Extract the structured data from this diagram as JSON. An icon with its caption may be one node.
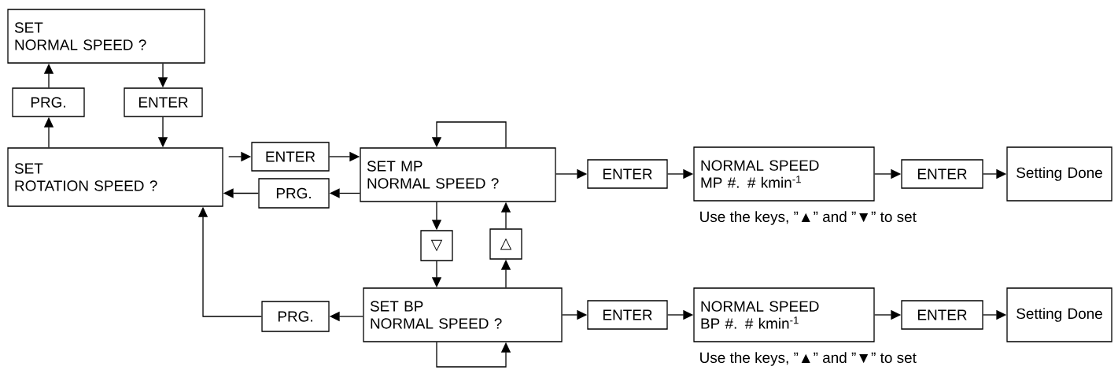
{
  "diagram": {
    "nodes": [
      {
        "text": [
          "SET",
          "NORMAL SPEED ?"
        ]
      },
      {
        "text": [
          "PRG."
        ]
      },
      {
        "text": [
          "ENTER"
        ]
      },
      {
        "text": [
          "SET",
          "ROTATION SPEED ?"
        ]
      },
      {
        "text": [
          "ENTER"
        ]
      },
      {
        "text": [
          "PRG."
        ]
      },
      {
        "text": [
          "SET MP",
          "NORMAL SPEED ?"
        ]
      },
      {
        "text": [
          "ENTER"
        ]
      },
      {
        "text": [
          "NORMAL SPEED",
          "MP #. # kmin$^{-1}$"
        ],
        "beside": [
          "Use the keys, ”▲” and ”▼” to set"
        ]
      },
      {
        "text": [
          "ENTER"
        ]
      },
      {
        "text": [
          "Setting Done"
        ]
      },
      {
        "text": [
          "▽"
        ]
      },
      {
        "text": [
          "△"
        ]
      },
      {
        "text": [
          "PRG."
        ]
      },
      {
        "text": [
          "SET BP",
          "NORMAL SPEED ?"
        ]
      },
      {
        "text": [
          "ENTER"
        ]
      },
      {
        "text": [
          "NORMAL SPEED",
          "BP #. # kmin$^{-1}$"
        ],
        "beside": [
          "Use the keys, ”▲” and ”▼” to set"
        ]
      },
      {
        "text": [
          "ENTER"
        ]
      },
      {
        "text": [
          "Setting Done"
        ]
      }
    ],
    "edges": [
      {
        "from": 0,
        "to": 2,
        "arrow": "to"
      },
      {
        "from": 2,
        "to": 3,
        "arrow": "to"
      },
      {
        "from": 3,
        "to": 1,
        "arrow": "to"
      },
      {
        "from": 1,
        "to": 0,
        "arrow": "to"
      },
      {
        "from": 3,
        "to": 4,
        "arrow": "to"
      },
      {
        "from": 4,
        "to": 6,
        "arrow": "to"
      },
      {
        "from": 6,
        "to": 5,
        "arrow": "to"
      },
      {
        "from": 5,
        "to": 3,
        "arrow": "to"
      },
      {
        "from": 6,
        "to": 6,
        "arrow": "to"
      },
      {
        "from": 6,
        "to": 7,
        "arrow": "to"
      },
      {
        "from": 7,
        "to": 8,
        "arrow": "to"
      },
      {
        "from": 8,
        "to": 9,
        "arrow": "to"
      },
      {
        "from": 9,
        "to": 10,
        "arrow": "to"
      },
      {
        "from": 6,
        "to": 11,
        "arrow": "to"
      },
      {
        "from": 11,
        "to": 14,
        "arrow": "to"
      },
      {
        "from": 14,
        "to": 12,
        "arrow": "to"
      },
      {
        "from": 12,
        "to": 6,
        "arrow": "to"
      },
      {
        "from": 14,
        "to": 14,
        "arrow": "to"
      },
      {
        "from": 14,
        "to": 15,
        "arrow": "to"
      },
      {
        "from": 15,
        "to": 16,
        "arrow": "to"
      },
      {
        "from": 16,
        "to": 17,
        "arrow": "to"
      },
      {
        "from": 17,
        "to": 18,
        "arrow": "to"
      },
      {
        "from": 14,
        "to": 13,
        "arrow": "to"
      },
      {
        "from": 13,
        "to": 3,
        "arrow": "to"
      }
    ]
  }
}
